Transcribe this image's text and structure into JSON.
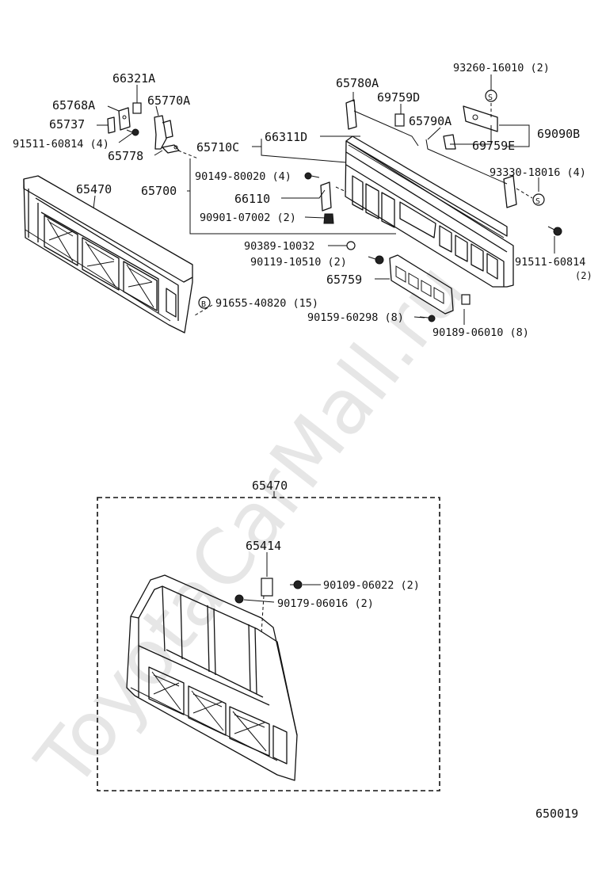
{
  "watermark": "ToyotaCarMall.ru",
  "diagram_code": "650019",
  "symbols": {
    "s": "S",
    "b": "B"
  },
  "labels": {
    "p66321A": "66321A",
    "p65768A": "65768A",
    "p65770A": "65770A",
    "p65737": "65737",
    "p91511_60814_4": "91511-60814 (4)",
    "p65778": "65778",
    "p65470_top": "65470",
    "p65780A": "65780A",
    "p69759D": "69759D",
    "p65790A": "65790A",
    "p93260_16010": "93260-16010 (2)",
    "p69090B": "69090B",
    "p69759E": "69759E",
    "p65710C": "65710C",
    "p66311D": "66311D",
    "p90149_80020": "90149-80020 (4)",
    "p65700": "65700",
    "p66110": "66110",
    "p90901_07002": "90901-07002 (2)",
    "p93330_18016": "93330-18016 (4)",
    "p90389_10032": "90389-10032",
    "p90119_10510": "90119-10510 (2)",
    "p91511_60814_r": "91511-60814",
    "p91511_60814_r_qty": "(2)",
    "p65759": "65759",
    "p91655_40820": "91655-40820 (15)",
    "p90159_60298": "90159-60298 (8)",
    "p90189_06010": "90189-06010 (8)",
    "p65470_box": "65470",
    "p65414": "65414",
    "p90109_06022": "90109-06022 (2)",
    "p90179_06016": "90179-06016 (2)"
  }
}
